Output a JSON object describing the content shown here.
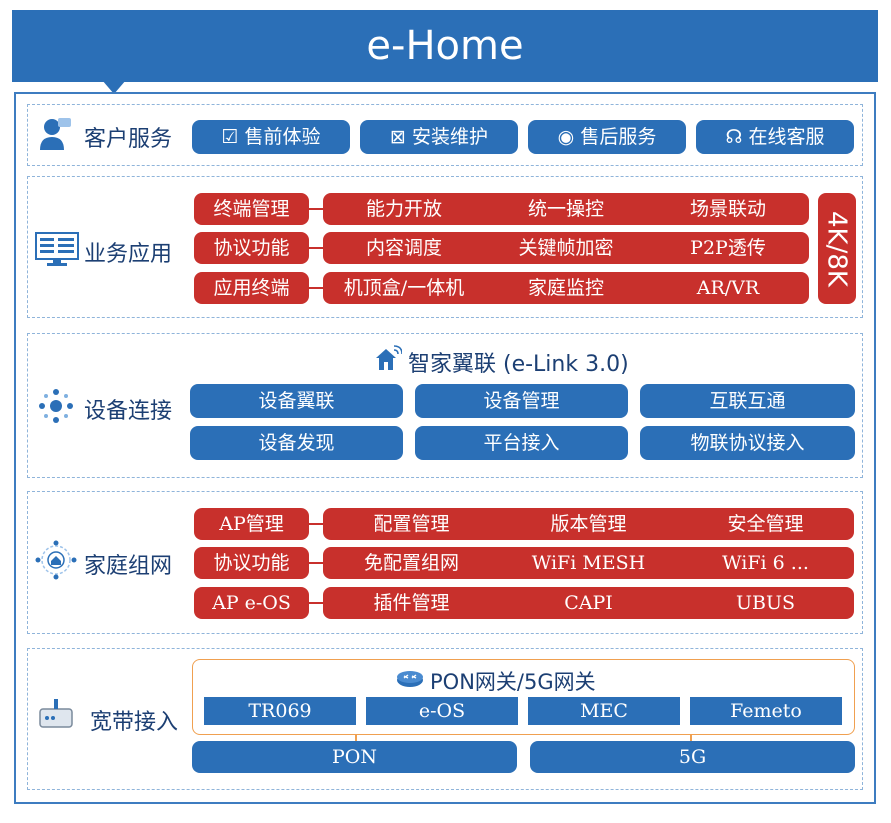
{
  "header": {
    "title": "e-Home"
  },
  "customer": {
    "label": "客户服务",
    "buttons": [
      "售前体验",
      "安装维护",
      "售后服务",
      "在线客服"
    ]
  },
  "business": {
    "label": "业务应用",
    "rows": [
      {
        "tag": "终端管理",
        "items": [
          "能力开放",
          "统一操控",
          "场景联动"
        ]
      },
      {
        "tag": "协议功能",
        "items": [
          "内容调度",
          "关键帧加密",
          "P2P透传"
        ]
      },
      {
        "tag": "应用终端",
        "items": [
          "机顶盒/一体机",
          "家庭监控",
          "AR/VR"
        ]
      }
    ],
    "badge": "4K/8K"
  },
  "device": {
    "label": "设备连接",
    "subtitle": "智家翼联 (e-Link 3.0)",
    "rows": [
      [
        "设备翼联",
        "设备管理",
        "互联互通"
      ],
      [
        "设备发现",
        "平台接入",
        "物联协议接入"
      ]
    ]
  },
  "network": {
    "label": "家庭组网",
    "rows": [
      {
        "tag": "AP管理",
        "items": [
          "配置管理",
          "版本管理",
          "安全管理"
        ]
      },
      {
        "tag": "协议功能",
        "items": [
          "免配置组网",
          "WiFi MESH",
          "WiFi 6  ..."
        ]
      },
      {
        "tag": "AP e-OS",
        "items": [
          "插件管理",
          "CAPI",
          "UBUS"
        ]
      }
    ]
  },
  "broadband": {
    "label": "宽带接入",
    "gateway_title": "PON网关/5G网关",
    "modules": [
      "TR069",
      "e-OS",
      "MEC",
      "Femeto"
    ],
    "bottom": [
      "PON",
      "5G"
    ]
  },
  "colors": {
    "blue": "#2b6fb7",
    "red": "#c8302c",
    "orange": "#f0a050"
  }
}
